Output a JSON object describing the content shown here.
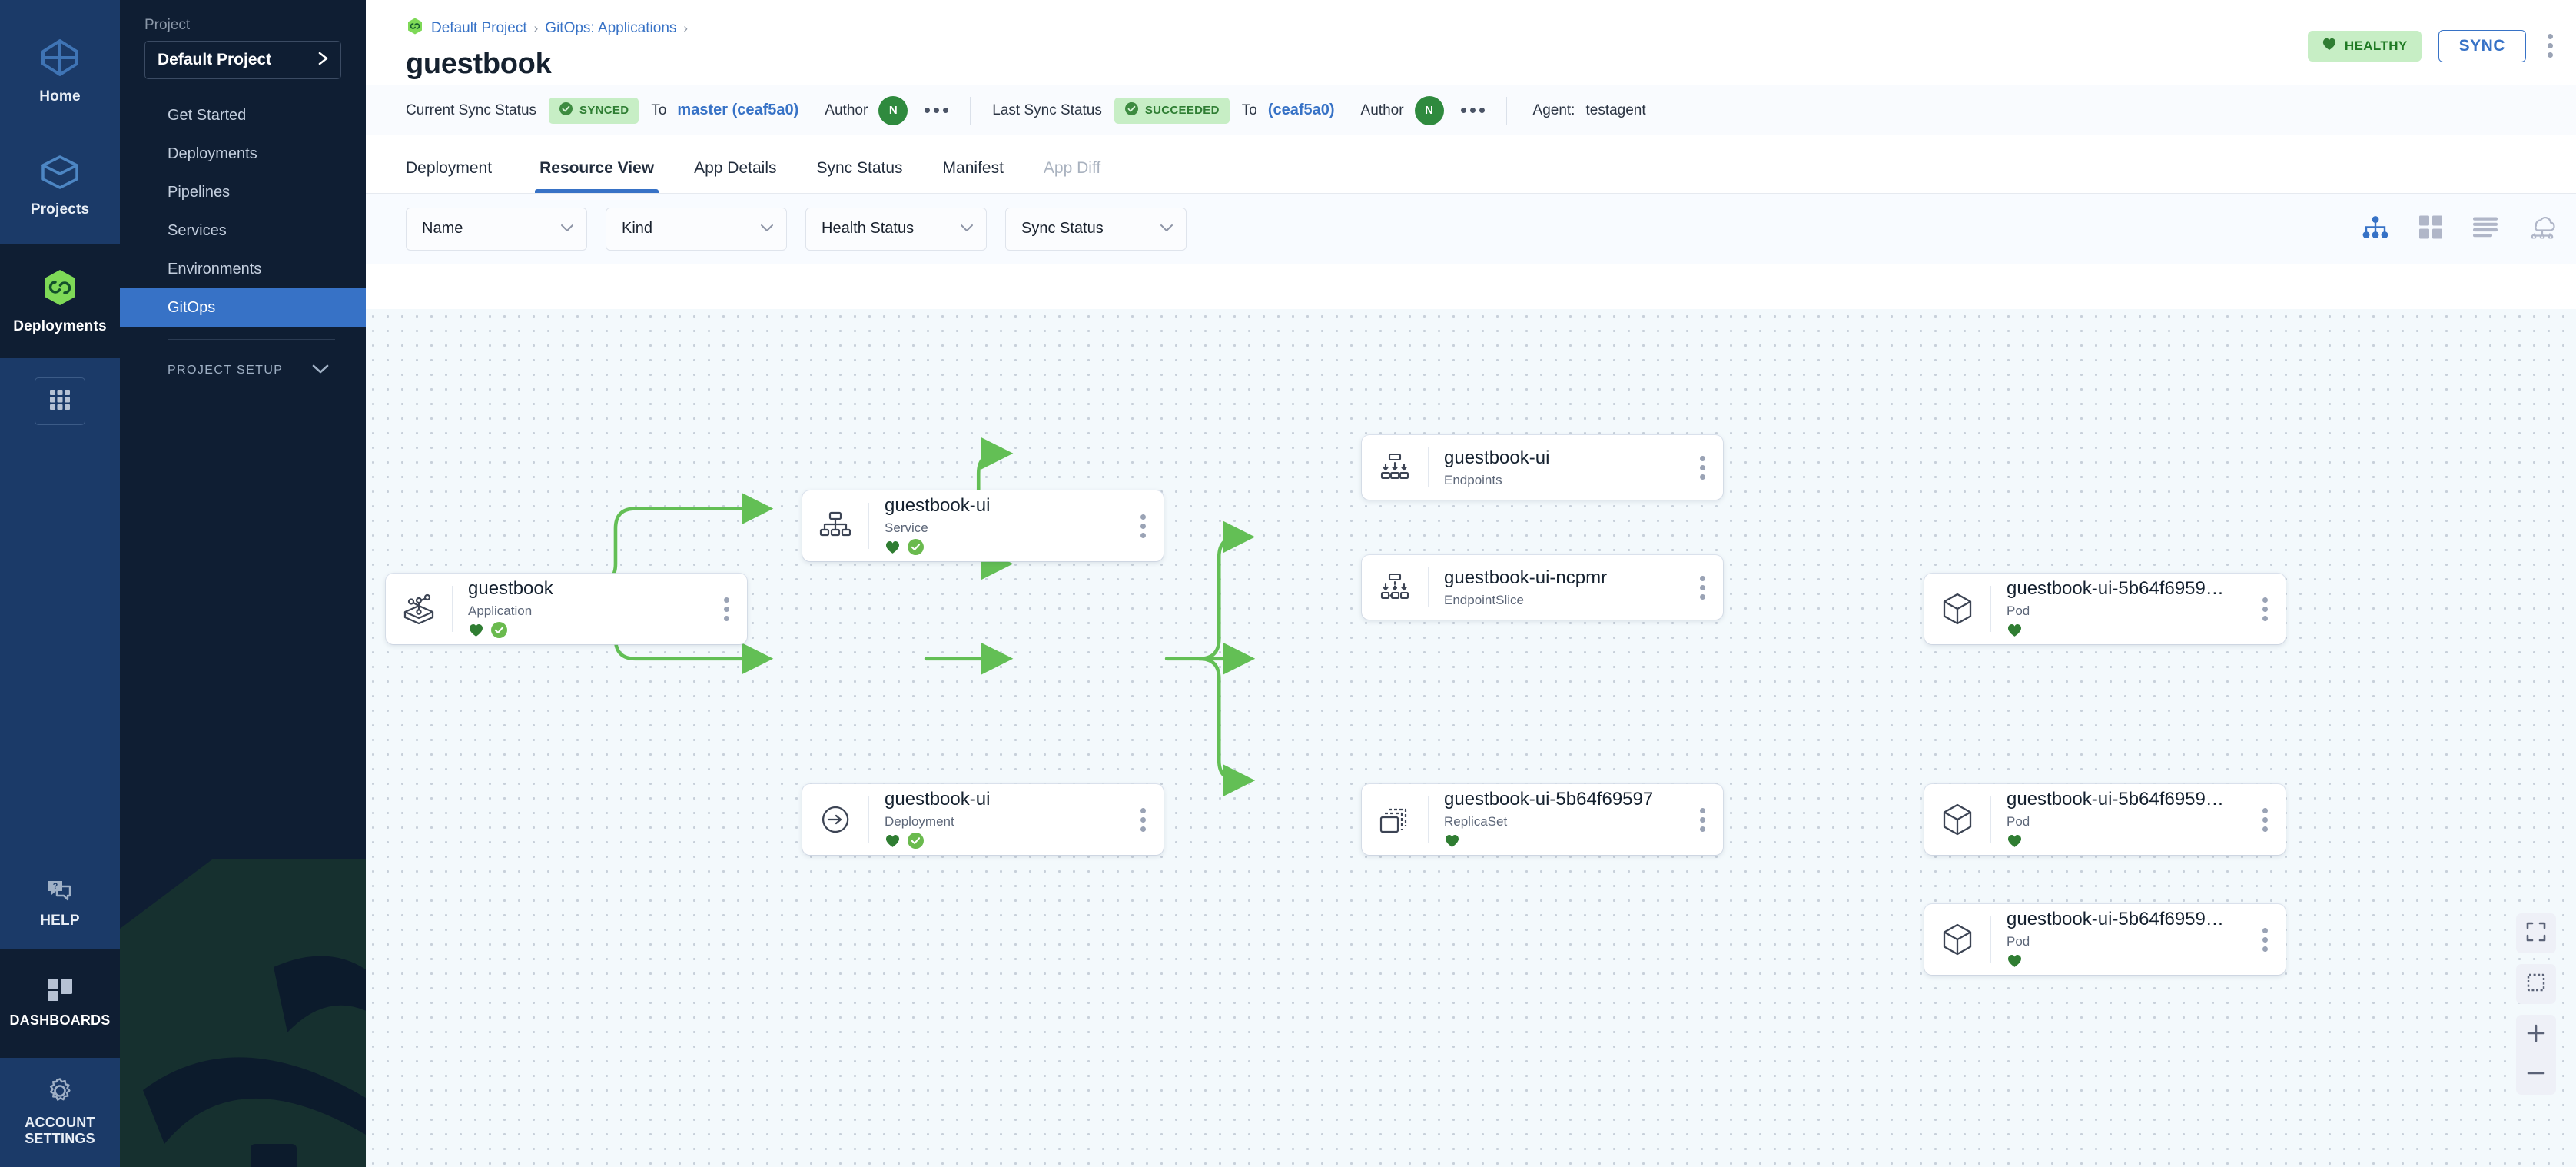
{
  "rail": {
    "items": [
      {
        "label": "Home",
        "icon": "home-logo-icon"
      },
      {
        "label": "Projects",
        "icon": "projects-box-icon"
      },
      {
        "label": "Deployments",
        "icon": "deployments-infinity-icon"
      }
    ],
    "grid_icon": "apps-grid-icon",
    "bottom": [
      {
        "label": "HELP",
        "icon": "help-chat-icon"
      },
      {
        "label": "DASHBOARDS",
        "icon": "dashboards-tiles-icon"
      },
      {
        "label": "ACCOUNT SETTINGS",
        "icon": "gear-icon"
      }
    ]
  },
  "sidebar": {
    "section_label": "Project",
    "project_name": "Default Project",
    "project_chevron": "chevron-right-icon",
    "items": [
      {
        "label": "Get Started",
        "active": false
      },
      {
        "label": "Deployments",
        "active": false
      },
      {
        "label": "Pipelines",
        "active": false
      },
      {
        "label": "Services",
        "active": false
      },
      {
        "label": "Environments",
        "active": false
      },
      {
        "label": "GitOps",
        "active": true
      }
    ],
    "setup_label": "PROJECT SETUP",
    "setup_chevron": "chevron-down-icon"
  },
  "header": {
    "breadcrumb": {
      "icon": "app-leaf-icon",
      "items": [
        "Default Project",
        "GitOps: Applications"
      ],
      "separator": "›"
    },
    "title": "guestbook",
    "health_badge": {
      "icon": "heart-icon",
      "label": "HEALTHY"
    },
    "sync_button": "SYNC",
    "menu_icon": "kebab-vertical-icon"
  },
  "syncbar": {
    "current_label": "Current Sync Status",
    "current_chip": {
      "icon": "check-circle-icon",
      "label": "SYNCED"
    },
    "current_to_label": "To",
    "current_revision": "master (ceaf5a0)",
    "current_author_label": "Author",
    "current_author_initial": "N",
    "last_label": "Last Sync Status",
    "last_chip": {
      "icon": "check-circle-icon",
      "label": "SUCCEEDED"
    },
    "last_to_label": "To",
    "last_revision": "(ceaf5a0)",
    "last_author_label": "Author",
    "last_author_initial": "N",
    "agent_label": "Agent:",
    "agent_value": "testagent"
  },
  "tabs": [
    {
      "label": "Deployment",
      "state": "normal"
    },
    {
      "label": "Resource View",
      "state": "active"
    },
    {
      "label": "App Details",
      "state": "normal"
    },
    {
      "label": "Sync Status",
      "state": "normal"
    },
    {
      "label": "Manifest",
      "state": "normal"
    },
    {
      "label": "App Diff",
      "state": "disabled"
    }
  ],
  "filters": [
    {
      "label": "Name",
      "icon": "chevron-down-icon"
    },
    {
      "label": "Kind",
      "icon": "chevron-down-icon"
    },
    {
      "label": "Health Status",
      "icon": "chevron-down-icon"
    },
    {
      "label": "Sync Status",
      "icon": "chevron-down-icon"
    }
  ],
  "view_toggles": [
    {
      "icon": "tree-view-icon",
      "active": true
    },
    {
      "icon": "grid-view-icon",
      "active": false
    },
    {
      "icon": "list-view-icon",
      "active": false
    },
    {
      "icon": "network-cloud-view-icon",
      "active": false
    }
  ],
  "zoom_controls": [
    {
      "icon": "fit-screen-icon"
    },
    {
      "icon": "select-box-icon"
    },
    {
      "icon": "zoom-in-icon"
    },
    {
      "icon": "zoom-out-icon"
    }
  ],
  "graph": {
    "nodes": [
      {
        "id": "app",
        "name": "guestbook",
        "kind": "Application",
        "icon": "application-icon",
        "health": "healthy",
        "sync": "synced"
      },
      {
        "id": "svc",
        "name": "guestbook-ui",
        "kind": "Service",
        "icon": "service-icon",
        "health": "healthy",
        "sync": "synced"
      },
      {
        "id": "ep",
        "name": "guestbook-ui",
        "kind": "Endpoints",
        "icon": "endpoints-icon",
        "health": "none",
        "sync": "none"
      },
      {
        "id": "eps",
        "name": "guestbook-ui-ncpmr",
        "kind": "EndpointSlice",
        "icon": "endpointslice-icon",
        "health": "none",
        "sync": "none"
      },
      {
        "id": "dep",
        "name": "guestbook-ui",
        "kind": "Deployment",
        "icon": "deployment-icon",
        "health": "healthy",
        "sync": "synced"
      },
      {
        "id": "rs",
        "name": "guestbook-ui-5b64f69597",
        "kind": "ReplicaSet",
        "icon": "replicaset-icon",
        "health": "healthy",
        "sync": "none"
      },
      {
        "id": "pod1",
        "name": "guestbook-ui-5b64f6959…",
        "kind": "Pod",
        "icon": "pod-icon",
        "health": "healthy",
        "sync": "none"
      },
      {
        "id": "pod2",
        "name": "guestbook-ui-5b64f6959…",
        "kind": "Pod",
        "icon": "pod-icon",
        "health": "healthy",
        "sync": "none"
      },
      {
        "id": "pod3",
        "name": "guestbook-ui-5b64f6959…",
        "kind": "Pod",
        "icon": "pod-icon",
        "health": "healthy",
        "sync": "none"
      }
    ],
    "edge_color": "#63bf55"
  },
  "colors": {
    "accent_blue": "#3772c6",
    "health_green": "#2f7d32",
    "chip_bg": "#c7eec5",
    "edge_green": "#63bf55",
    "rail_bg": "#1b3a68",
    "sidebar_bg": "#0f1e33",
    "canvas_bg": "#f3f9fc"
  }
}
